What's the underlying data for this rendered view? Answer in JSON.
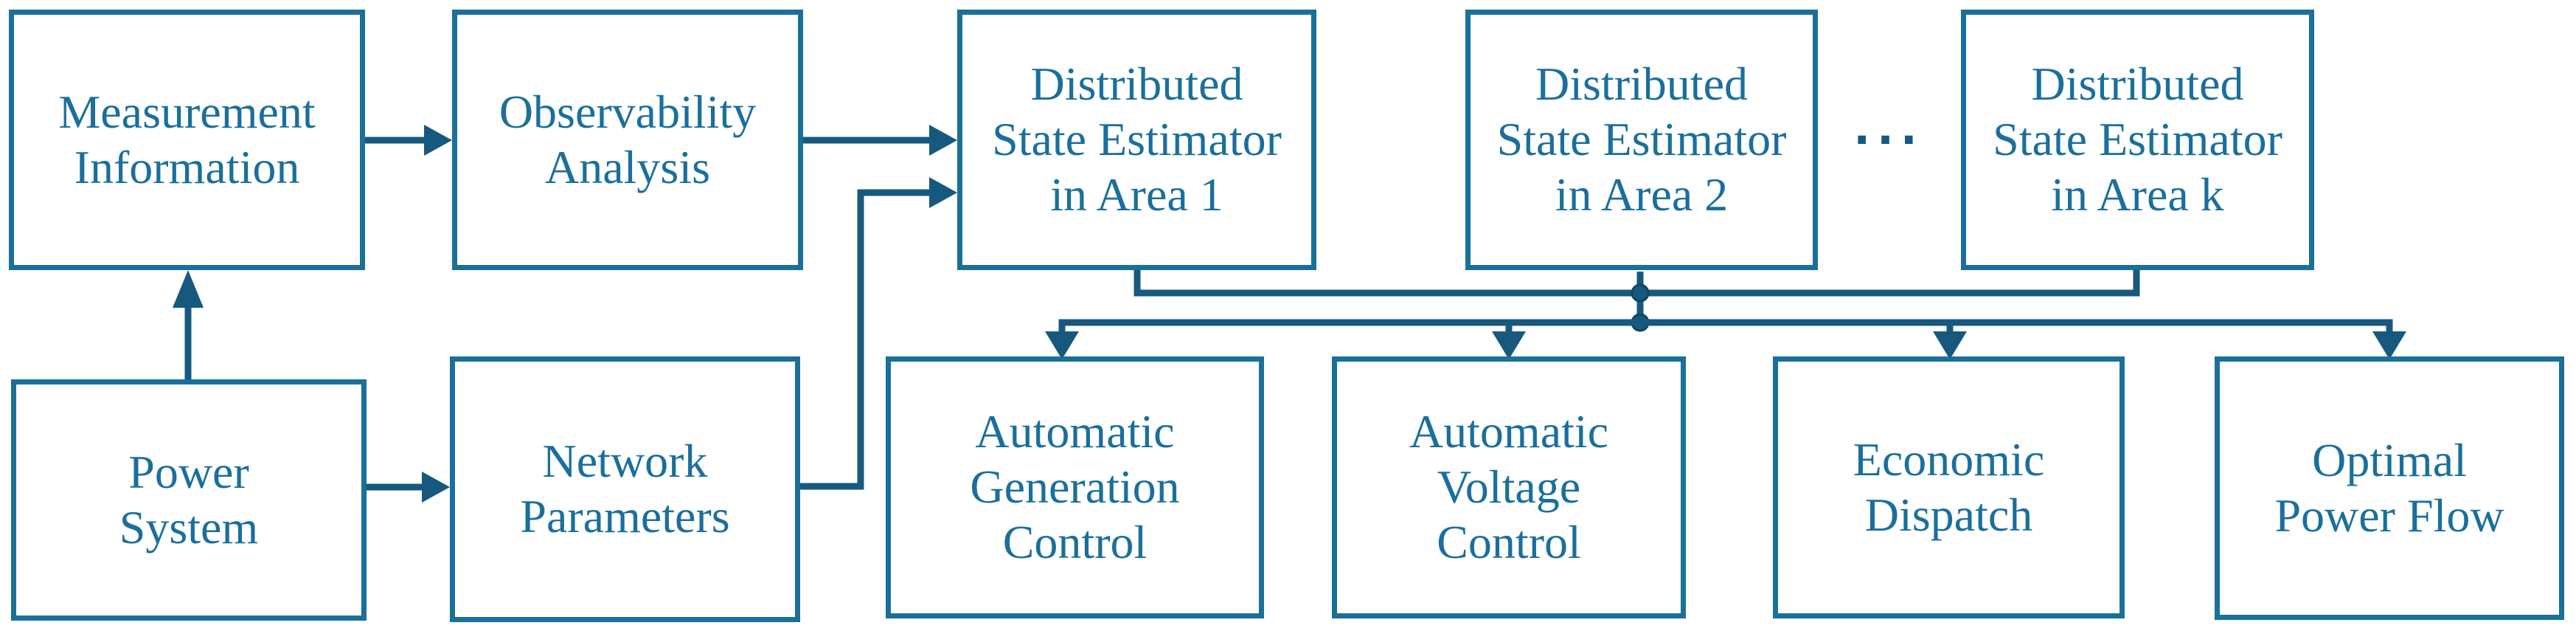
{
  "colors": {
    "connector": "#17597e",
    "box_border": "#1a7099",
    "text": "#1a6f9c",
    "background": "#ffffff"
  },
  "nodes": {
    "measurement_information": {
      "lines": [
        "Measurement",
        "Information"
      ]
    },
    "observability_analysis": {
      "lines": [
        "Observability",
        "Analysis"
      ]
    },
    "dse_area_1": {
      "lines": [
        "Distributed",
        "State Estimator",
        "in Area 1"
      ]
    },
    "dse_area_2": {
      "lines": [
        "Distributed",
        "State Estimator",
        "in Area 2"
      ]
    },
    "dse_area_k": {
      "lines": [
        "Distributed",
        "State Estimator",
        "in Area k"
      ]
    },
    "power_system": {
      "lines": [
        "Power",
        "System"
      ]
    },
    "network_parameters": {
      "lines": [
        "Network",
        "Parameters"
      ]
    },
    "automatic_generation_control": {
      "lines": [
        "Automatic",
        "Generation",
        "Control"
      ]
    },
    "automatic_voltage_control": {
      "lines": [
        "Automatic",
        "Voltage",
        "Control"
      ]
    },
    "economic_dispatch": {
      "lines": [
        "Economic",
        "Dispatch"
      ]
    },
    "optimal_power_flow": {
      "lines": [
        "Optimal",
        "Power Flow"
      ]
    },
    "ellipsis": {
      "label": "···"
    }
  }
}
